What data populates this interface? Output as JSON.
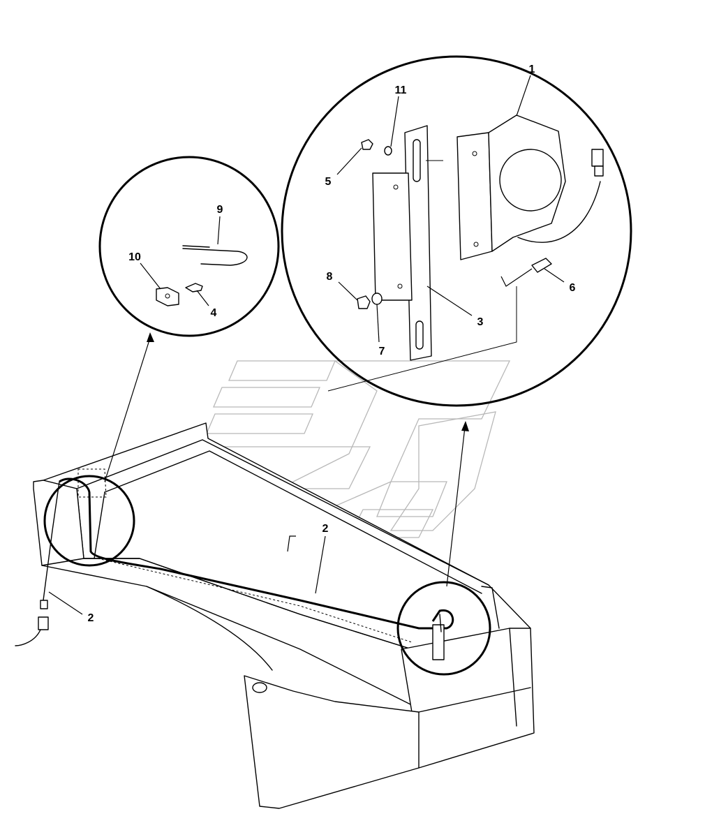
{
  "diagram": {
    "callouts": [
      {
        "id": "c1",
        "label": "1"
      },
      {
        "id": "c11",
        "label": "11"
      },
      {
        "id": "c5",
        "label": "5"
      },
      {
        "id": "c8",
        "label": "8"
      },
      {
        "id": "c7",
        "label": "7"
      },
      {
        "id": "c3",
        "label": "3"
      },
      {
        "id": "c6",
        "label": "6"
      },
      {
        "id": "c9",
        "label": "9"
      },
      {
        "id": "c10",
        "label": "10"
      },
      {
        "id": "c4",
        "label": "4"
      },
      {
        "id": "c2a",
        "label": "2"
      },
      {
        "id": "c2b",
        "label": "2"
      }
    ]
  }
}
